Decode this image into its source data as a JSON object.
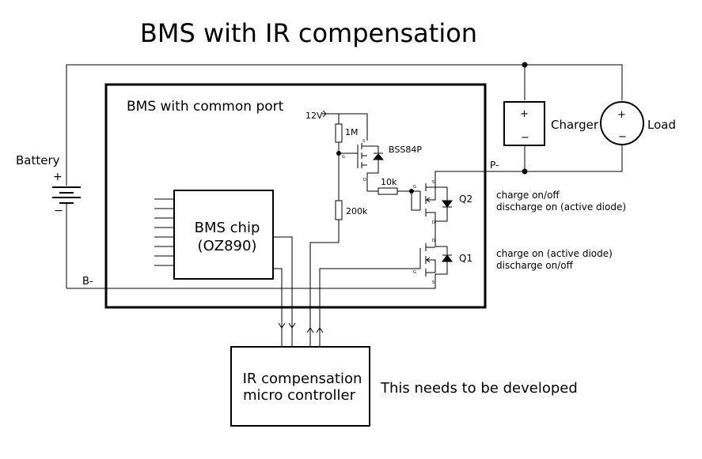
{
  "title": "BMS with IR compensation",
  "bms_box": {
    "label": "BMS with common port"
  },
  "battery": {
    "label": "Battery",
    "plus": "+",
    "minus": "−"
  },
  "charger": {
    "label": "Charger",
    "plus": "+",
    "minus": "−"
  },
  "load": {
    "label": "Load",
    "plus": "+",
    "minus": "−"
  },
  "nets": {
    "p_minus": "P-",
    "b_minus": "B-",
    "supply": "12V"
  },
  "bms_chip": {
    "line1": "BMS chip",
    "line2": "(OZ890)"
  },
  "components": {
    "r1": "1M",
    "r2": "10k",
    "r3": "200k",
    "pmos": "BSS84P",
    "q1": "Q1",
    "q2": "Q2",
    "pin_s": "S",
    "pin_g": "G",
    "pin_d": "D"
  },
  "annotations": {
    "q2_line1": "charge on/off",
    "q2_line2": "discharge on (active diode)",
    "q1_line1": "charge on (active diode)",
    "q1_line2": "discharge on/off"
  },
  "mcu": {
    "line1": "IR compensation",
    "line2": "micro controller"
  },
  "note": "This needs to be developed"
}
